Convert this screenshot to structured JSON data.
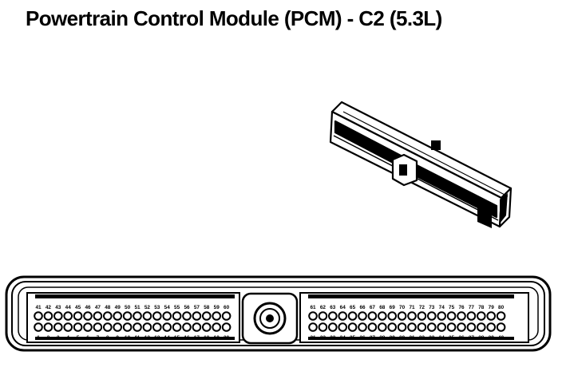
{
  "title": "Powertrain Control Module (PCM) - C2 (5.3L)",
  "colors": {
    "ink": "#000000",
    "paper": "#ffffff"
  },
  "connector": {
    "left_block": {
      "top_labels": [
        "41",
        "42",
        "43",
        "44",
        "45",
        "46",
        "47",
        "48",
        "49",
        "50",
        "51",
        "52",
        "53",
        "54",
        "55",
        "56",
        "57",
        "58",
        "59",
        "60"
      ],
      "bottom_labels": [
        "1",
        "2",
        "3",
        "4",
        "5",
        "6",
        "7",
        "8",
        "9",
        "10",
        "11",
        "12",
        "13",
        "14",
        "15",
        "16",
        "17",
        "18",
        "19",
        "20"
      ]
    },
    "right_block": {
      "top_labels": [
        "61",
        "62",
        "63",
        "64",
        "65",
        "66",
        "67",
        "68",
        "69",
        "70",
        "71",
        "72",
        "73",
        "74",
        "75",
        "76",
        "77",
        "78",
        "79",
        "80"
      ],
      "bottom_labels": [
        "21",
        "22",
        "23",
        "24",
        "25",
        "26",
        "27",
        "28",
        "29",
        "30",
        "31",
        "32",
        "33",
        "34",
        "35",
        "36",
        "37",
        "38",
        "39",
        "40"
      ]
    }
  }
}
